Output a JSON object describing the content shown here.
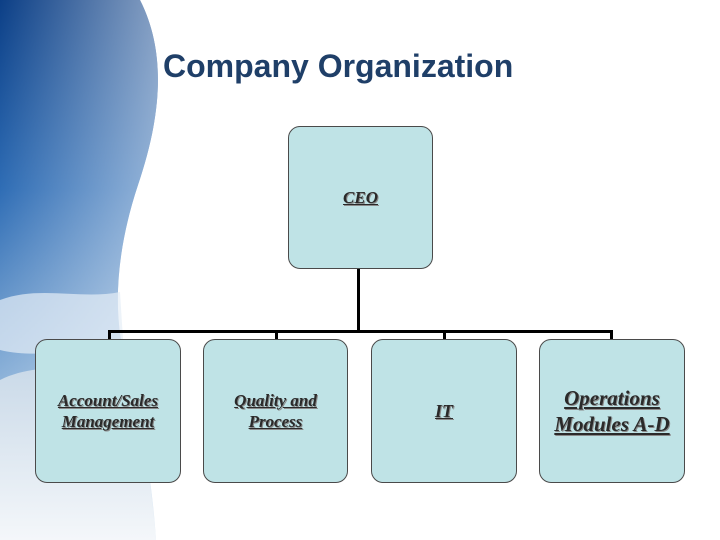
{
  "slide": {
    "title": "Company Organization"
  },
  "org_chart": {
    "root": {
      "label": "CEO"
    },
    "children": [
      {
        "label": "Account/Sales\nManagement"
      },
      {
        "label": "Quality and\nProcess"
      },
      {
        "label": "IT"
      },
      {
        "label": "Operations\nModules A-D"
      }
    ]
  },
  "colors": {
    "title": "#1f3f68",
    "node_fill": "#bfe3e6",
    "node_border": "#4a4a4a",
    "connector": "#000000"
  }
}
